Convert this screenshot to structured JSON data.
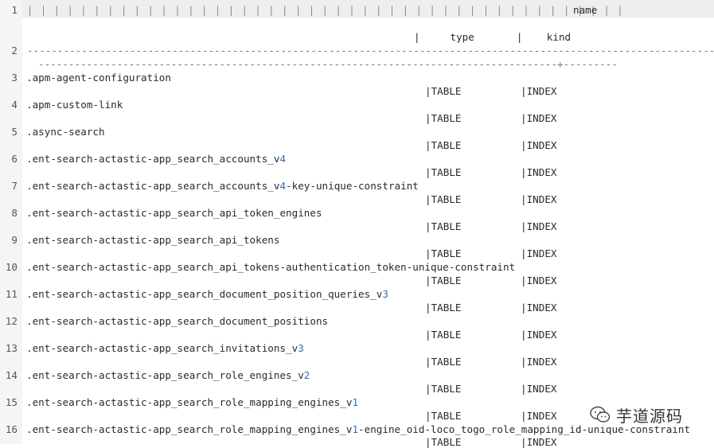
{
  "header": {
    "line_number": "1",
    "pipes": "| | | | | | | | | | | | | | | | | | | | | | | | | | | | | | | | | | | | | | | | | | | | |",
    "name_label": "name",
    "type_line": "|     type       |    kind"
  },
  "separator": {
    "line_number": "2",
    "dashes_top": "------------------------------------------------------------------------------------------------------------------------------------------",
    "dashes_bottom": "--------------------------------------------------------------------------------------+---------------+--------------"
  },
  "rows": [
    {
      "n": "3",
      "pre": ".apm-agent-configuration",
      "digit": "",
      "post": "",
      "type": "|TABLE",
      "kind": "|INDEX"
    },
    {
      "n": "4",
      "pre": ".apm-custom-link",
      "digit": "",
      "post": "",
      "type": "|TABLE",
      "kind": "|INDEX"
    },
    {
      "n": "5",
      "pre": ".async-search",
      "digit": "",
      "post": "",
      "type": "|TABLE",
      "kind": "|INDEX"
    },
    {
      "n": "6",
      "pre": ".ent-search-actastic-app_search_accounts_v",
      "digit": "4",
      "post": "",
      "type": "|TABLE",
      "kind": "|INDEX"
    },
    {
      "n": "7",
      "pre": ".ent-search-actastic-app_search_accounts_v",
      "digit": "4",
      "post": "-key-unique-constraint",
      "type": "|TABLE",
      "kind": "|INDEX"
    },
    {
      "n": "8",
      "pre": ".ent-search-actastic-app_search_api_token_engines",
      "digit": "",
      "post": "",
      "type": "|TABLE",
      "kind": "|INDEX"
    },
    {
      "n": "9",
      "pre": ".ent-search-actastic-app_search_api_tokens",
      "digit": "",
      "post": "",
      "type": "|TABLE",
      "kind": "|INDEX"
    },
    {
      "n": "10",
      "pre": ".ent-search-actastic-app_search_api_tokens-authentication_token-unique-constraint",
      "digit": "",
      "post": "",
      "type": "|TABLE",
      "kind": "|INDEX"
    },
    {
      "n": "11",
      "pre": ".ent-search-actastic-app_search_document_position_queries_v",
      "digit": "3",
      "post": "",
      "type": "|TABLE",
      "kind": "|INDEX"
    },
    {
      "n": "12",
      "pre": ".ent-search-actastic-app_search_document_positions",
      "digit": "",
      "post": "",
      "type": "|TABLE",
      "kind": "|INDEX"
    },
    {
      "n": "13",
      "pre": ".ent-search-actastic-app_search_invitations_v",
      "digit": "3",
      "post": "",
      "type": "|TABLE",
      "kind": "|INDEX"
    },
    {
      "n": "14",
      "pre": ".ent-search-actastic-app_search_role_engines_v",
      "digit": "2",
      "post": "",
      "type": "|TABLE",
      "kind": "|INDEX"
    },
    {
      "n": "15",
      "pre": ".ent-search-actastic-app_search_role_mapping_engines_v",
      "digit": "1",
      "post": "",
      "type": "|TABLE",
      "kind": "|INDEX"
    },
    {
      "n": "16",
      "pre": ".ent-search-actastic-app_search_role_mapping_engines_v",
      "digit": "1",
      "post": "-engine_oid-loco_togo_role_mapping_id-unique-constraint",
      "type": "|TABLE",
      "kind": "|INDEX"
    }
  ],
  "watermark": {
    "icon": "wechat-icon",
    "text": "芋道源码"
  }
}
